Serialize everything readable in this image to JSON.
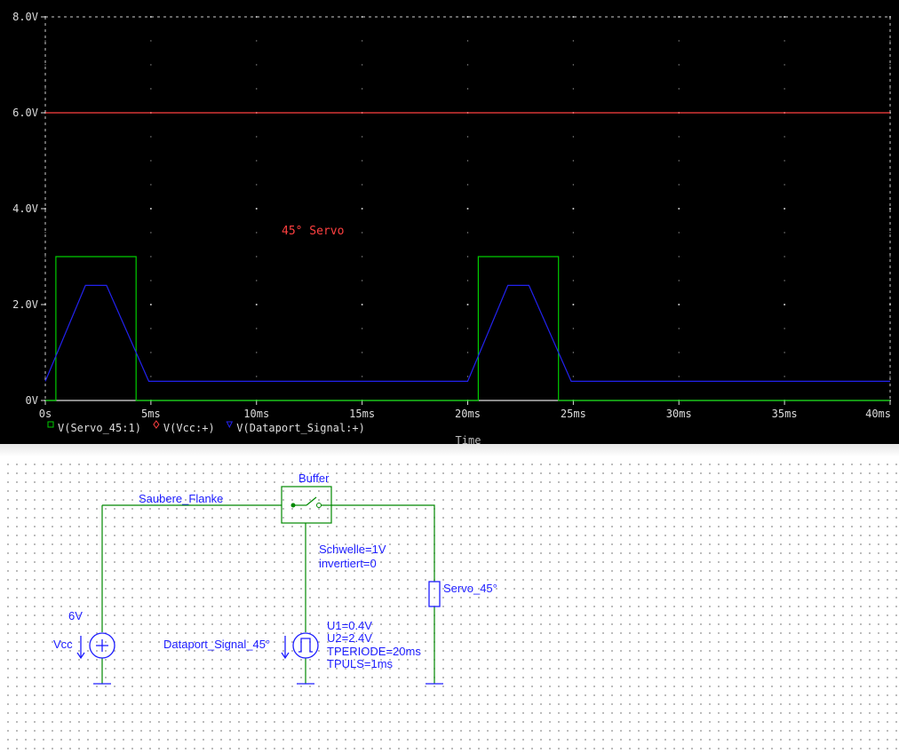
{
  "chart_data": {
    "type": "line",
    "title": "",
    "xlabel": "Time",
    "ylabel": "",
    "xlim": [
      0,
      40
    ],
    "ylim": [
      0,
      8
    ],
    "x_unit": "ms",
    "x_ticks": [
      "0s",
      "5ms",
      "10ms",
      "15ms",
      "20ms",
      "25ms",
      "30ms",
      "35ms",
      "40ms"
    ],
    "y_ticks": [
      "0V",
      "2.0V",
      "4.0V",
      "6.0V",
      "8.0V"
    ],
    "grid": true,
    "legend_position": "bottom-left",
    "annotation": "45° Servo",
    "series": [
      {
        "name": "V(Servo_45:1)",
        "color": "#00cc00",
        "marker": "square",
        "x": [
          0,
          0.5,
          0.5,
          4.3,
          4.3,
          20.5,
          20.5,
          24.3,
          24.3,
          40
        ],
        "y": [
          0,
          0,
          3.0,
          3.0,
          0,
          0,
          3.0,
          3.0,
          0,
          0
        ]
      },
      {
        "name": "V(Vcc:+)",
        "color": "#ff4040",
        "marker": "diamond",
        "x": [
          0,
          40
        ],
        "y": [
          6.0,
          6.0
        ]
      },
      {
        "name": "V(Dataport_Signal:+)",
        "color": "#2222ee",
        "marker": "triangle-down",
        "x": [
          0,
          1.9,
          2.9,
          4.9,
          20.0,
          21.9,
          22.9,
          24.9,
          40
        ],
        "y": [
          0.4,
          2.4,
          2.4,
          0.4,
          0.4,
          2.4,
          2.4,
          0.4,
          0.4
        ]
      }
    ]
  },
  "schematic": {
    "net_label": "Saubere_Flanke",
    "buffer_label": "Buffer",
    "buffer_params": [
      "Schwelle=1V",
      "invertiert=0"
    ],
    "vcc_value": "6V",
    "vcc_name": "Vcc",
    "pulse_name": "Dataport_Signal_45°",
    "pulse_params": [
      "U1=0.4V",
      "U2=2.4V",
      "TPERIODE=20ms",
      "TPULS=1ms"
    ],
    "load_name": "Servo_45°",
    "wire_color": "#008800",
    "text_color": "#1d1dff"
  }
}
